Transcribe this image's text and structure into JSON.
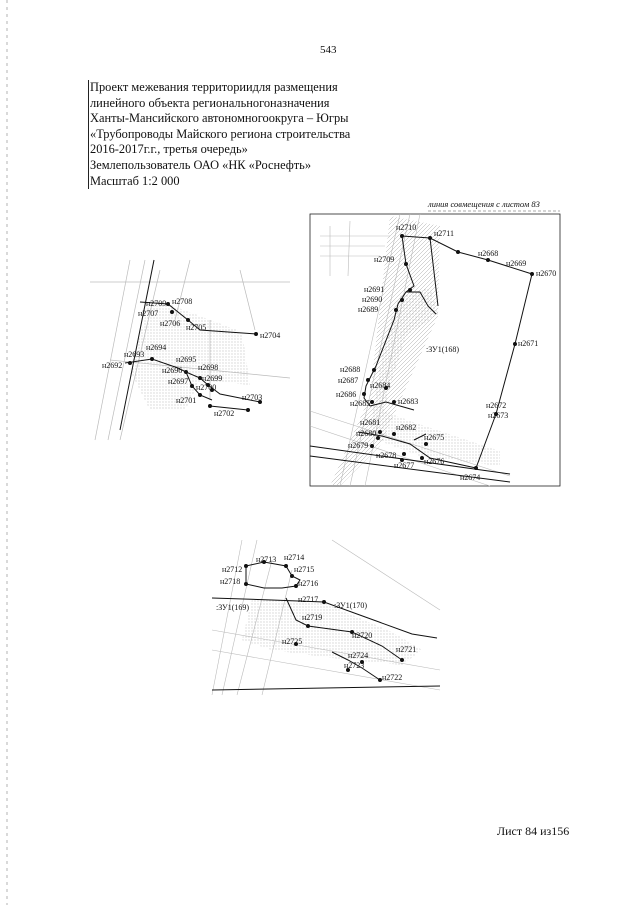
{
  "page_number": "543",
  "header": {
    "lines": [
      "Проект межевания территориидля размещения",
      "линейного объекта региональногоназначения",
      "Ханты-Мансийского автономногоокруга – Югры",
      "«Трубопроводы Майского региона строительства",
      "2016-2017г.г., третья очередь»",
      "Землепользователь ОАО «НК «Роснефть»",
      "Масштаб 1:2 000"
    ]
  },
  "maps": {
    "left": {
      "points": [
        "н2709",
        "н2708",
        "н2707",
        "н2706",
        "н2705",
        "н2704",
        "н2694",
        "н2693",
        "н2692",
        "н2695",
        "н2696",
        "н2698",
        "н2697",
        "н2699",
        "н2700",
        "н2703",
        "н2701",
        "н2702"
      ]
    },
    "right": {
      "seam_label": "линия совмещения с листом 83",
      "parcel_label": ":ЗУ1(168)",
      "points": [
        "н2710",
        "н2711",
        "н2709",
        "н2668",
        "н2669",
        "н2670",
        "н2691",
        "н2690",
        "н2689",
        "н2671",
        "н2688",
        "н2687",
        "н2684",
        "н2686",
        "н2683",
        "н2685",
        "н2672",
        "н2673",
        "н2681",
        "н2682",
        "н2680",
        "н2675",
        "н2679",
        "н2678",
        "н2676",
        "н2677",
        "н2674"
      ]
    },
    "bottom": {
      "parcel_labels": [
        ":ЗУ1(169)",
        ":ЗУ1(170)"
      ],
      "points": [
        "н2713",
        "н2714",
        "н2712",
        "н2715",
        "н2718",
        "н2716",
        "н2717",
        "н2719",
        "н2720",
        "н2725",
        "н2721",
        "н2724",
        "н2723",
        "н2722"
      ]
    }
  },
  "footer": {
    "sheet_label": "Лист 84 из156"
  }
}
